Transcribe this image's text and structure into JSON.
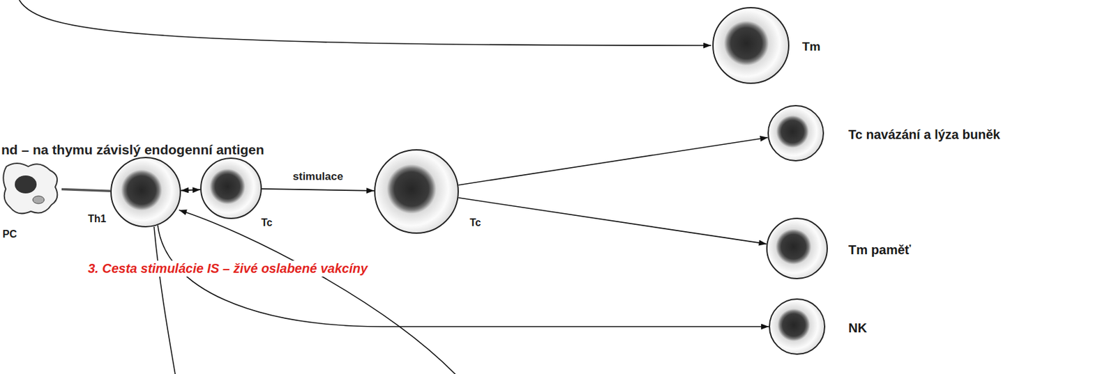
{
  "diagram": {
    "nodes": [
      {
        "text": [
          "Tm"
        ]
      },
      {
        "text": [
          "Tc navázání a lýza buněk"
        ]
      },
      {
        "text": [
          "PC"
        ]
      },
      {
        "text": [
          "Th1"
        ]
      },
      {
        "text": [
          "Tc"
        ]
      },
      {
        "text": [
          "Tc"
        ]
      },
      {
        "text": [
          "Tm paměť"
        ]
      },
      {
        "text": [
          "NK"
        ]
      }
    ],
    "edges": [
      {
        "from": 2,
        "to": 3,
        "arrow": "none"
      },
      {
        "from": 3,
        "to": 4,
        "arrow": "both"
      },
      {
        "from": 4,
        "to": 5,
        "label": "stimulace",
        "arrow": "to"
      },
      {
        "from": 5,
        "to": 1,
        "arrow": "to"
      },
      {
        "from": 5,
        "to": 6,
        "arrow": "to"
      },
      {
        "from": 3,
        "to": 7,
        "arrow": "to"
      }
    ],
    "labels": [
      "nd – na thymu závislý endogenní antigen",
      "3. Cesta stimulácie IS – živé oslabené vakcíny"
    ]
  }
}
